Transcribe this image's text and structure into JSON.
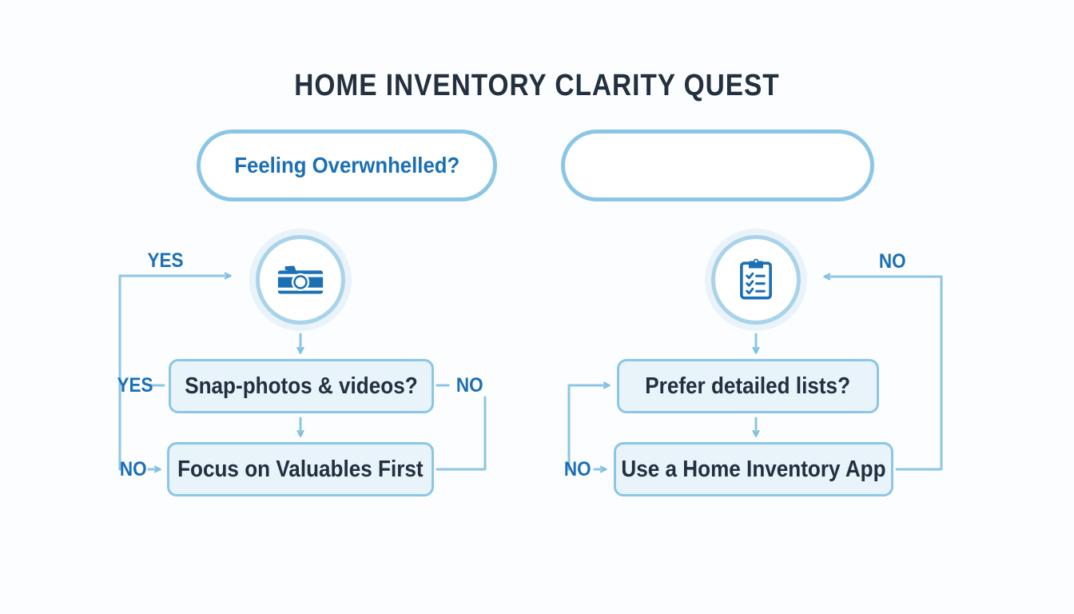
{
  "page": {
    "title": "HOME INVENTORY CLARITY QUEST",
    "background_color": "#fcfdfe",
    "accent_blue": "#1b6fb5",
    "line_blue": "#8cc6e6",
    "box_fill": "#e8f3fa",
    "text_dark": "#22303f"
  },
  "chart_data": {
    "type": "diagram",
    "title": "HOME INVENTORY CLARITY QUEST",
    "nodes": [
      {
        "id": "pill-left",
        "shape": "stadium",
        "label": "Feeling Overwnhelled?"
      },
      {
        "id": "pill-right",
        "shape": "stadium",
        "label": ""
      },
      {
        "id": "icon-camera",
        "shape": "circle-icon",
        "label": "camera-icon"
      },
      {
        "id": "icon-clipboard",
        "shape": "circle-icon",
        "label": "clipboard-checklist-icon"
      },
      {
        "id": "box-snap",
        "shape": "rounded-rect",
        "label": "Snap-photos & videos?"
      },
      {
        "id": "box-focus",
        "shape": "rounded-rect",
        "label": "Focus on Valuables First"
      },
      {
        "id": "box-prefer",
        "shape": "rounded-rect",
        "label": "Prefer detailed lists?"
      },
      {
        "id": "box-app",
        "shape": "rounded-rect",
        "label": "Use a Home Inventory App"
      }
    ],
    "edges": [
      {
        "from": "pill-left",
        "to": "icon-camera",
        "label": "YES"
      },
      {
        "from": "icon-camera",
        "to": "box-snap",
        "label": ""
      },
      {
        "from": "box-snap",
        "to": "box-focus",
        "label": ""
      },
      {
        "from": "left-spine",
        "to": "box-snap",
        "label": "YES"
      },
      {
        "from": "left-spine",
        "to": "box-focus",
        "label": "NO"
      },
      {
        "from": "box-snap",
        "to": "box-focus",
        "label": "NO"
      },
      {
        "from": "icon-clipboard",
        "to": "box-prefer",
        "label": ""
      },
      {
        "from": "box-prefer",
        "to": "box-app",
        "label": ""
      },
      {
        "from": "right-spine",
        "to": "box-prefer",
        "label": ""
      },
      {
        "from": "right-spine",
        "to": "box-app",
        "label": "NO"
      },
      {
        "from": "box-app",
        "to": "icon-clipboard",
        "label": "NO"
      }
    ]
  },
  "left_column": {
    "pill_label": "Feeling Overwnhelled?",
    "icon_name": "camera-icon",
    "decision_label": "Snap-photos & videos?",
    "outcome_label": "Focus on Valuables First",
    "edge_yes_top": "YES",
    "edge_yes_mid": "YES",
    "edge_no_bottom": "NO",
    "edge_no_right": "NO"
  },
  "right_column": {
    "pill_label": "",
    "icon_name": "clipboard-checklist-icon",
    "decision_label": "Prefer detailed lists?",
    "outcome_label": "Use a Home Inventory App",
    "edge_no_top": "NO",
    "edge_no_bottom": "NO"
  }
}
